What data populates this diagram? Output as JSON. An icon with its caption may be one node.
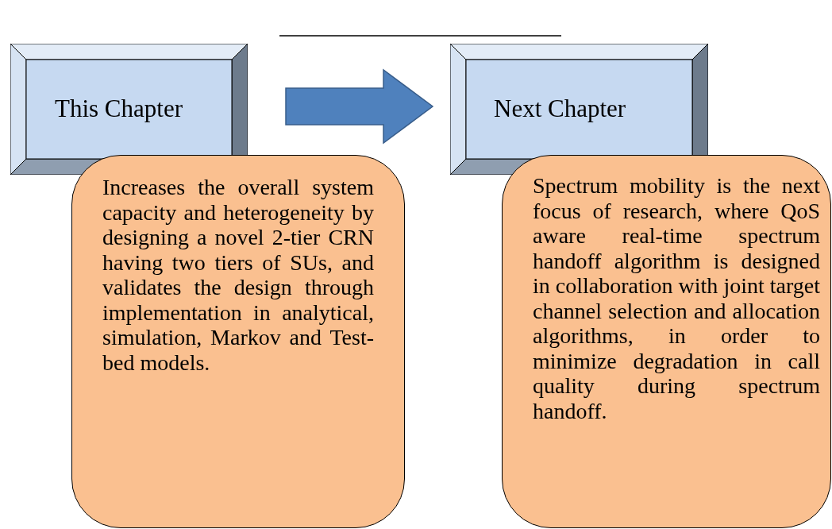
{
  "diagram": {
    "nodes": [
      {
        "text": [
          "This Chapter"
        ]
      },
      {
        "text": [
          "Next Chapter"
        ]
      },
      {
        "text": [
          "Increases the overall system capacity and heterogeneity by designing a novel 2-tier CRN having two tiers of SUs, and validates the design through implementation in analytical, simulation, Markov and Test-bed models."
        ]
      },
      {
        "text": [
          "Spectrum mobility is the next focus of research, where QoS aware real-time spectrum handoff algorithm is designed in collaboration with joint target channel selection and allocation algorithms, in order to minimize degradation in call quality during spectrum handoff."
        ]
      }
    ],
    "edges": [
      {
        "from": 0,
        "to": 1,
        "arrow": "to",
        "style": "thick",
        "color": "#4f81bd"
      }
    ]
  }
}
